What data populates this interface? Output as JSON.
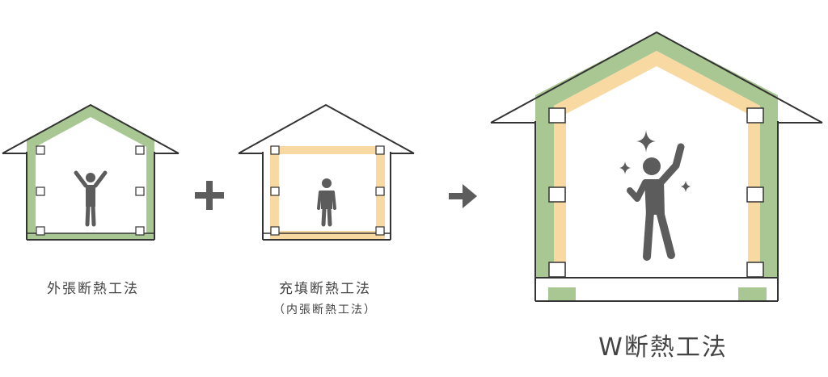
{
  "captions": {
    "external": "外張断熱工法",
    "filling": "充填断熱工法",
    "filling_sub": "（内張断熱工法）",
    "double": "W断熱工法"
  },
  "operators": {
    "plus": "+",
    "arrow": "→"
  },
  "colors": {
    "external_insulation": "#a9c793",
    "filling_insulation": "#f8d9a2",
    "outline": "#333333",
    "figure": "#5c5c5c",
    "text": "#444444"
  },
  "icons": [
    "person-arms-up-icon",
    "person-standing-icon",
    "person-cheering-icon",
    "sparkle-icon",
    "plus-icon",
    "arrow-right-icon"
  ]
}
